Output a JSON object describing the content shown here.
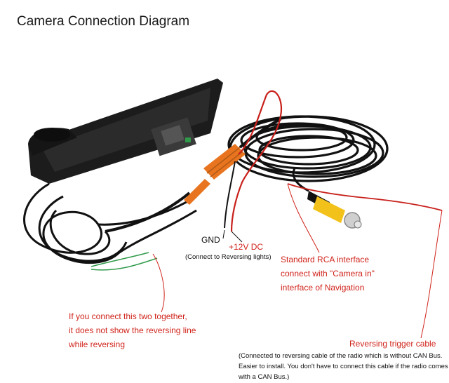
{
  "title": "Camera Connection Diagram",
  "labels": {
    "gnd": "GND",
    "plus12": "+12V DC",
    "connect_note": "(Connect to Reversing lights)",
    "rca": [
      "Standard RCA interface",
      "connect with \"Camera in\"",
      "interface of Navigation"
    ],
    "wires_note": [
      "If you connect this two together,",
      "it does not show the reversing line",
      "while reversing"
    ],
    "trigger": "Reversing trigger cable",
    "trigger_note": [
      "(Connected to reversing cable of the radio which is without CAN Bus.",
      "Easier to install. You don't have to connect this cable if the radio comes",
      "with a CAN Bus.)"
    ]
  },
  "colors": {
    "annotation_red": "#d0241b",
    "connector_orange": "#e8741f",
    "rca_yellow": "#f2c21a",
    "cable_black": "#111111",
    "wire_green": "#2f9a4a"
  }
}
